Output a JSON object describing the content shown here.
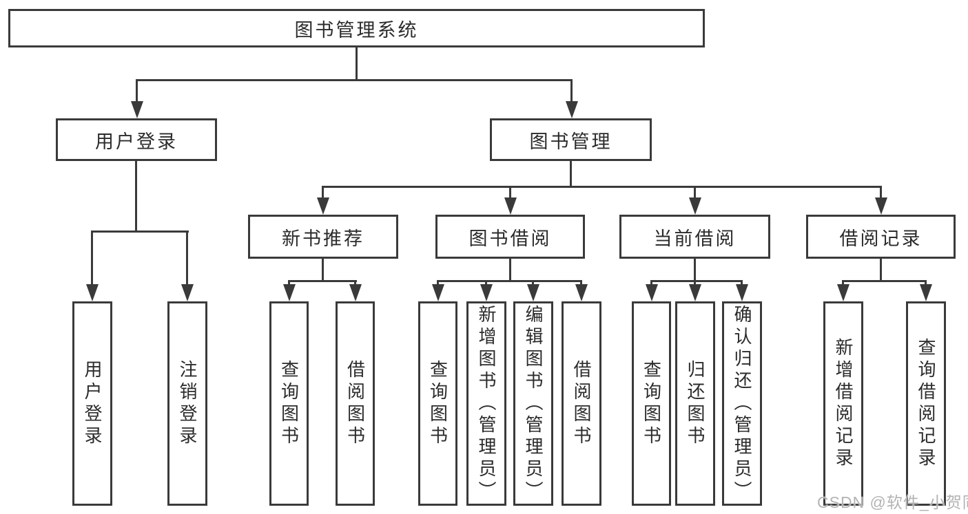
{
  "diagram_title": "图书管理系统",
  "nodes": {
    "root": {
      "label": "图书管理系统"
    },
    "level2": [
      {
        "label": "用户登录"
      },
      {
        "label": "图书管理"
      }
    ],
    "level3": [
      {
        "label": "新书推荐",
        "parent": "图书管理"
      },
      {
        "label": "图书借阅",
        "parent": "图书管理"
      },
      {
        "label": "当前借阅",
        "parent": "图书管理"
      },
      {
        "label": "借阅记录",
        "parent": "图书管理"
      }
    ],
    "leaves": [
      {
        "label": "用户登录",
        "parent": "用户登录"
      },
      {
        "label": "注销登录",
        "parent": "用户登录"
      },
      {
        "label": "查询图书",
        "parent": "新书推荐"
      },
      {
        "label": "借阅图书",
        "parent": "新书推荐"
      },
      {
        "label": "查询图书",
        "parent": "图书借阅"
      },
      {
        "label": "新增图书（管理员）",
        "parent": "图书借阅"
      },
      {
        "label": "编辑图书（管理员）",
        "parent": "图书借阅"
      },
      {
        "label": "借阅图书",
        "parent": "图书借阅"
      },
      {
        "label": "查询图书",
        "parent": "当前借阅"
      },
      {
        "label": "归还图书",
        "parent": "当前借阅"
      },
      {
        "label": "确认归还（管理员）",
        "parent": "当前借阅"
      },
      {
        "label": "新增借阅记录",
        "parent": "借阅记录"
      },
      {
        "label": "查询借阅记录",
        "parent": "借阅记录"
      }
    ]
  },
  "watermark": "CSDN @软件_小贺同学",
  "colors": {
    "line": "#3a3a3a",
    "text": "#2b2b2b",
    "watermark": "#b3b3b3",
    "background": "#ffffff"
  }
}
